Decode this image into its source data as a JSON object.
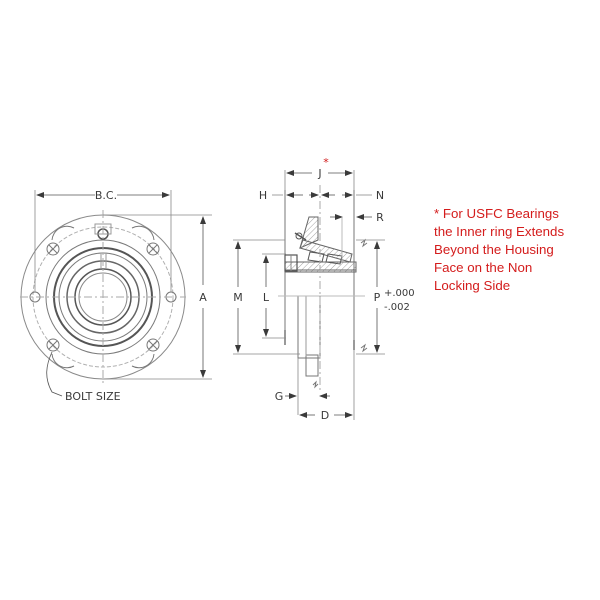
{
  "diagram": {
    "title": "Flange bearing unit dimension drawing",
    "front_view": {
      "labels": {
        "bolt_circle": "B.C.",
        "overall_height": "A",
        "bolt_size": "BOLT SIZE"
      }
    },
    "side_view": {
      "labels": {
        "j": "J",
        "j_marker": "*",
        "h": "H",
        "n": "N",
        "r": "R",
        "m": "M",
        "l": "L",
        "p": "P",
        "p_tolerance_plus": "+.000",
        "p_tolerance_minus": "-.002",
        "g": "G",
        "d": "D"
      }
    },
    "note": {
      "lines": [
        "* For USFC Bearings",
        "the Inner ring Extends",
        "Beyond the Housing",
        "Face on the Non",
        "Locking Side"
      ],
      "color": "#d41c1c"
    },
    "colors": {
      "line": "#6a6a6a",
      "text": "#3a3a3a",
      "accent": "#d01818"
    }
  }
}
